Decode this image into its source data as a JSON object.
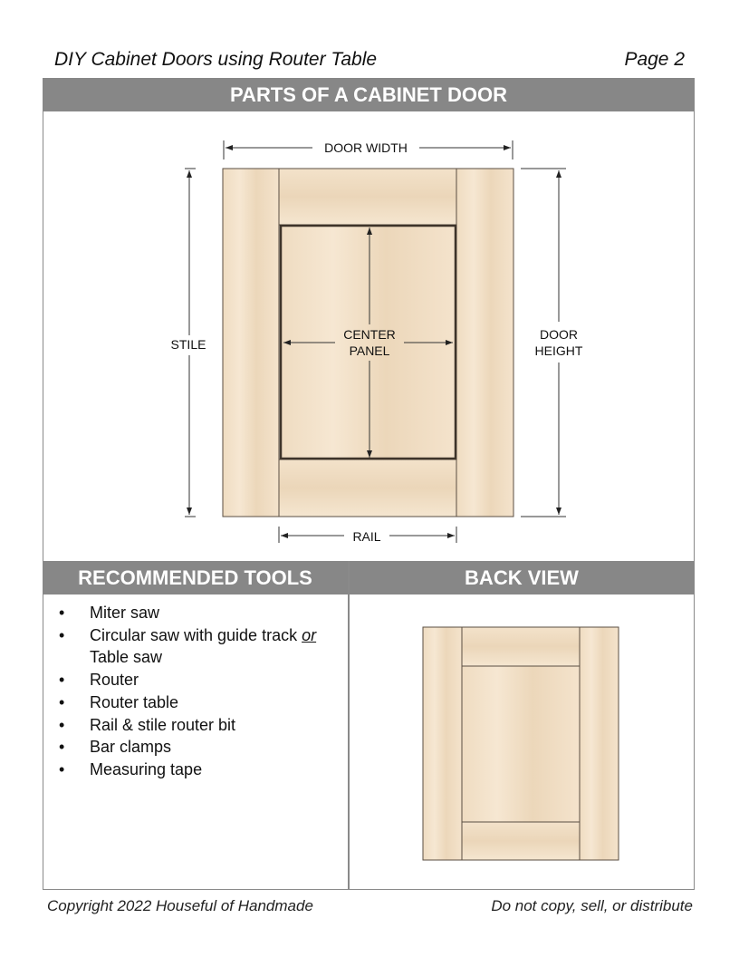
{
  "header": {
    "title": "DIY Cabinet Doors using Router Table",
    "page": "Page 2"
  },
  "sections": {
    "parts": "PARTS OF A CABINET DOOR",
    "tools": "RECOMMENDED TOOLS",
    "back": "BACK VIEW"
  },
  "labels": {
    "door_width": "DOOR WIDTH",
    "stile": "STILE",
    "center_panel_1": "CENTER",
    "center_panel_2": "PANEL",
    "door_height_1": "DOOR",
    "door_height_2": "HEIGHT",
    "rail": "RAIL"
  },
  "tools": [
    {
      "text": "Miter saw"
    },
    {
      "text": "Circular saw with guide track ",
      "em": "or"
    },
    {
      "text": "Table saw",
      "cont": true
    },
    {
      "text": "Router"
    },
    {
      "text": "Router table"
    },
    {
      "text": "Rail & stile router bit"
    },
    {
      "text": "Bar clamps"
    },
    {
      "text": "Measuring tape"
    }
  ],
  "footer": {
    "copyright": "Copyright 2022 Houseful of Handmade",
    "notice": "Do not copy, sell, or distribute"
  },
  "colors": {
    "band": "#878787",
    "wood": "#f1dfc5",
    "line": "#4a3f33"
  }
}
